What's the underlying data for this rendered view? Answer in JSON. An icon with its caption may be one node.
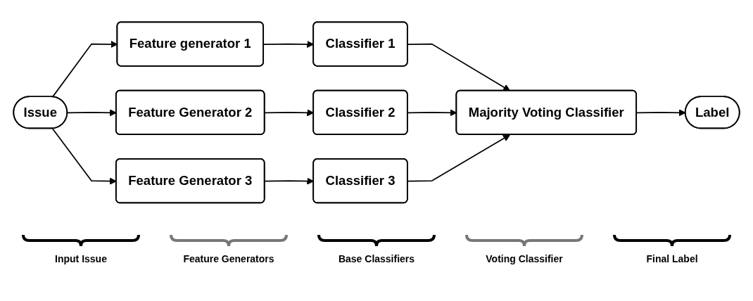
{
  "diagram": {
    "nodes": [
      {
        "text": [
          "Issue"
        ]
      },
      {
        "text": [
          "Feature generator 1"
        ]
      },
      {
        "text": [
          "Feature Generator 2"
        ]
      },
      {
        "text": [
          "Feature Generator 3"
        ]
      },
      {
        "text": [
          "Classifier 1"
        ]
      },
      {
        "text": [
          "Classifier 2"
        ]
      },
      {
        "text": [
          "Classifier 3"
        ]
      },
      {
        "text": [
          "Majority Voting Classifier"
        ]
      },
      {
        "text": [
          "Label"
        ]
      }
    ],
    "edges": [
      {
        "from": 0,
        "to": 1,
        "arrow": "to"
      },
      {
        "from": 0,
        "to": 2,
        "arrow": "to"
      },
      {
        "from": 0,
        "to": 3,
        "arrow": "to"
      },
      {
        "from": 1,
        "to": 4,
        "arrow": "to"
      },
      {
        "from": 2,
        "to": 5,
        "arrow": "to"
      },
      {
        "from": 3,
        "to": 6,
        "arrow": "to"
      },
      {
        "from": 4,
        "to": 7,
        "arrow": "to"
      },
      {
        "from": 5,
        "to": 7,
        "arrow": "to"
      },
      {
        "from": 6,
        "to": 7,
        "arrow": "to"
      },
      {
        "from": 7,
        "to": 8,
        "arrow": "to"
      }
    ],
    "labels": [
      "Input Issue",
      "Feature Generators",
      "Base Classifiers",
      "Voting Classifier",
      "Final Label"
    ]
  }
}
